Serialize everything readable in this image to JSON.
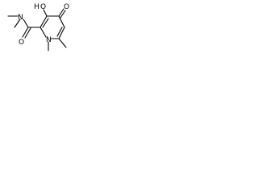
{
  "molecule": {
    "labels": {
      "hydroxyl_oxygen": "O",
      "hydroxyl_hydrogen": "H",
      "carbonyl_oxygen": "O",
      "ring_nitrogen": "N",
      "amide_nitrogen": "N",
      "amide_oxygen": "O"
    }
  }
}
